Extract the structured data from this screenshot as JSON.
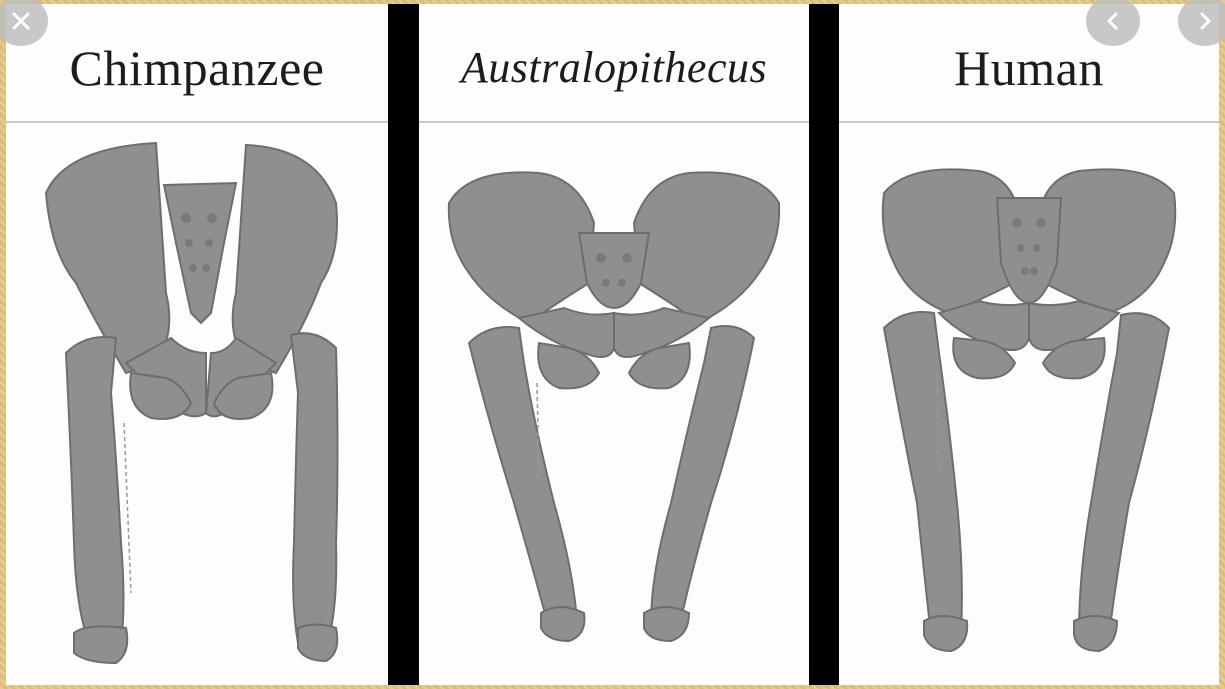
{
  "viewer": {
    "panels": [
      {
        "title": "Chimpanzee",
        "italic": false
      },
      {
        "title": "Australopithecus",
        "italic": true
      },
      {
        "title": "Human",
        "italic": false
      }
    ]
  },
  "controls": {
    "close_icon": "close-icon",
    "prev_icon": "chevron-left-icon",
    "next_icon": "chevron-right-icon"
  },
  "colors": {
    "bone": "#8f8f8d",
    "bone_stroke": "#6e6e6c",
    "frame": "#e2c788",
    "divider": "#000000"
  }
}
